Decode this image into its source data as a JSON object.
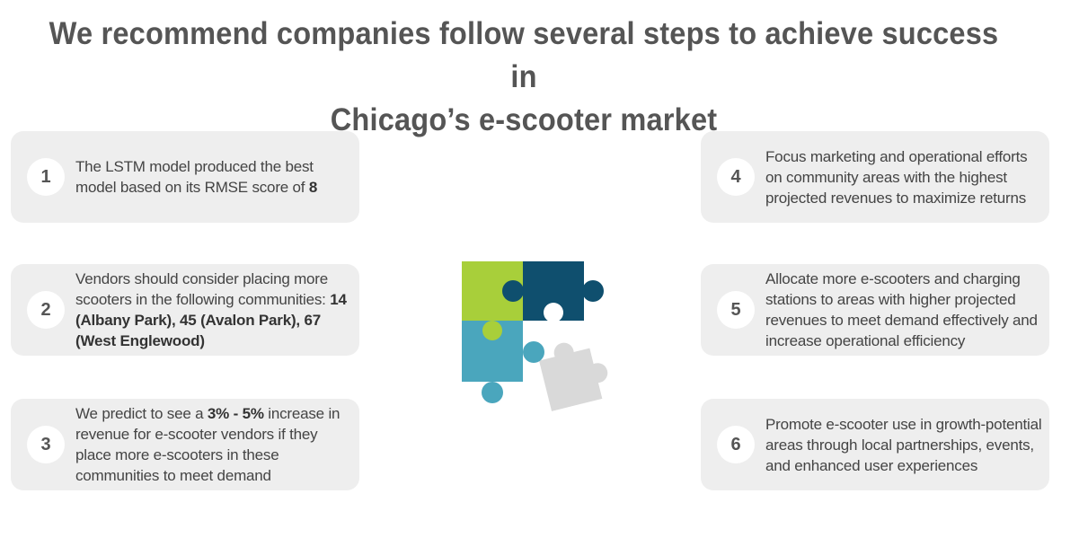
{
  "title": {
    "line1": "We recommend companies follow several steps to achieve success in",
    "line2": "Chicago’s e-scooter market"
  },
  "steps": [
    {
      "number": "1",
      "text_a": "The LSTM model produced the best model based on its RMSE score of ",
      "bold_a": "8"
    },
    {
      "number": "2",
      "text_a": "Vendors should consider placing more scooters in the following communities: ",
      "bold_a": "14 (Albany Park), 45 (Avalon Park), 67 (West Englewood)"
    },
    {
      "number": "3",
      "text_a": "We predict to see a ",
      "bold_a": "3% - 5%",
      "text_b": " increase in revenue for e-scooter vendors if they place more e-scooters in these communities to meet demand"
    },
    {
      "number": "4",
      "text_a": "Focus marketing and operational efforts on community areas with the highest projected revenues to maximize returns"
    },
    {
      "number": "5",
      "text_a": "Allocate more e-scooters and charging stations to areas with higher projected revenues to meet demand effectively and increase operational efficiency"
    },
    {
      "number": "6",
      "text_a": "Promote e-scooter use in growth-potential areas through local partnerships, events, and enhanced user experiences"
    }
  ],
  "colors": {
    "title": "#555555",
    "card_bg": "#eeeeee",
    "piece_green": "#a8cf3a",
    "piece_navy": "#0f4f6e",
    "piece_teal": "#4aa6bd",
    "piece_gray": "#d9d9d9"
  },
  "puzzle_icon": "puzzle-pieces-icon"
}
